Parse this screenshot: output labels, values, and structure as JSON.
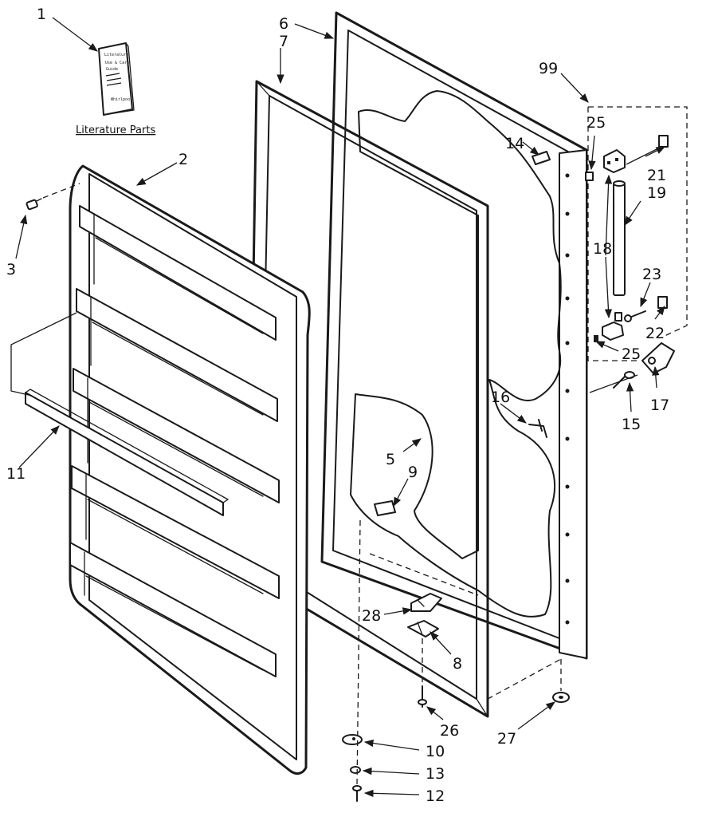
{
  "literature": {
    "caption": "Literature Parts",
    "booklet_lines": [
      "Literature",
      "Use & Care",
      "Guide",
      "Whirlpool"
    ]
  },
  "callouts": [
    {
      "id": "c1",
      "label": "1"
    },
    {
      "id": "c2",
      "label": "2"
    },
    {
      "id": "c3",
      "label": "3"
    },
    {
      "id": "c5",
      "label": "5"
    },
    {
      "id": "c6",
      "label": "6"
    },
    {
      "id": "c7",
      "label": "7"
    },
    {
      "id": "c8",
      "label": "8"
    },
    {
      "id": "c9",
      "label": "9"
    },
    {
      "id": "c10",
      "label": "10"
    },
    {
      "id": "c11",
      "label": "11"
    },
    {
      "id": "c12",
      "label": "12"
    },
    {
      "id": "c13",
      "label": "13"
    },
    {
      "id": "c14",
      "label": "14"
    },
    {
      "id": "c15",
      "label": "15"
    },
    {
      "id": "c16",
      "label": "16"
    },
    {
      "id": "c17",
      "label": "17"
    },
    {
      "id": "c18",
      "label": "18"
    },
    {
      "id": "c19",
      "label": "19"
    },
    {
      "id": "c21",
      "label": "21"
    },
    {
      "id": "c22",
      "label": "22"
    },
    {
      "id": "c23",
      "label": "23"
    },
    {
      "id": "c25a",
      "label": "25"
    },
    {
      "id": "c25b",
      "label": "25"
    },
    {
      "id": "c26",
      "label": "26"
    },
    {
      "id": "c27",
      "label": "27"
    },
    {
      "id": "c28",
      "label": "28"
    },
    {
      "id": "c99",
      "label": "99"
    }
  ]
}
